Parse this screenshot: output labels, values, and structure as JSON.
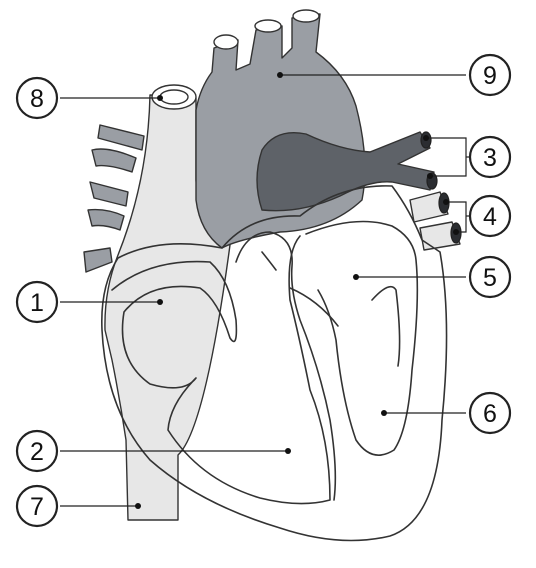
{
  "diagram": {
    "callouts": [
      {
        "label": "1"
      },
      {
        "label": "2"
      },
      {
        "label": "3"
      },
      {
        "label": "4"
      },
      {
        "label": "5"
      },
      {
        "label": "6"
      },
      {
        "label": "7"
      },
      {
        "label": "8"
      },
      {
        "label": "9"
      }
    ]
  },
  "colors": {
    "vessel_grey": "#9a9ea4",
    "vessel_dark": "#5e6268",
    "vein_light": "#e7e7e7",
    "outline": "#333333"
  }
}
